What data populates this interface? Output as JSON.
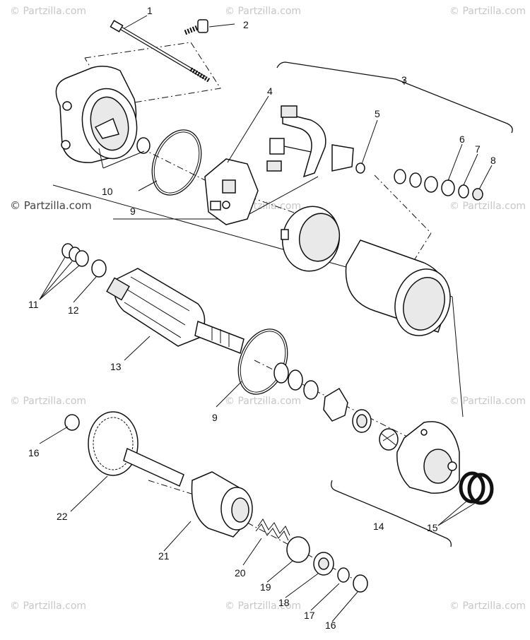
{
  "watermark": {
    "brand": "Partzilla",
    "main_text": "© Partzilla.com",
    "tiles": [
      "© Partzilla.com",
      "© Partzilla.com",
      "© Partzilla.com",
      "© Partzilla.com",
      "© Partzilla.com",
      "© Partzilla.com",
      "© Partzilla.com",
      "© Partzilla.com",
      "© Partzilla.com",
      "© Partzilla.com",
      "© Partzilla.com"
    ]
  },
  "callouts": {
    "c1": "1",
    "c2": "2",
    "c3": "3",
    "c4": "4",
    "c5": "5",
    "c6": "6",
    "c7": "7",
    "c8": "8",
    "c9a": "9",
    "c9b": "9",
    "c10": "10",
    "c11": "11",
    "c12": "12",
    "c13": "13",
    "c14": "14",
    "c15": "15",
    "c16a": "16",
    "c16b": "16",
    "c17": "17",
    "c18": "18",
    "c19": "19",
    "c20": "20",
    "c21": "21",
    "c22": "22"
  },
  "colors": {
    "line": "#111111",
    "watermark": "#c7c7c7",
    "background": "#ffffff"
  }
}
